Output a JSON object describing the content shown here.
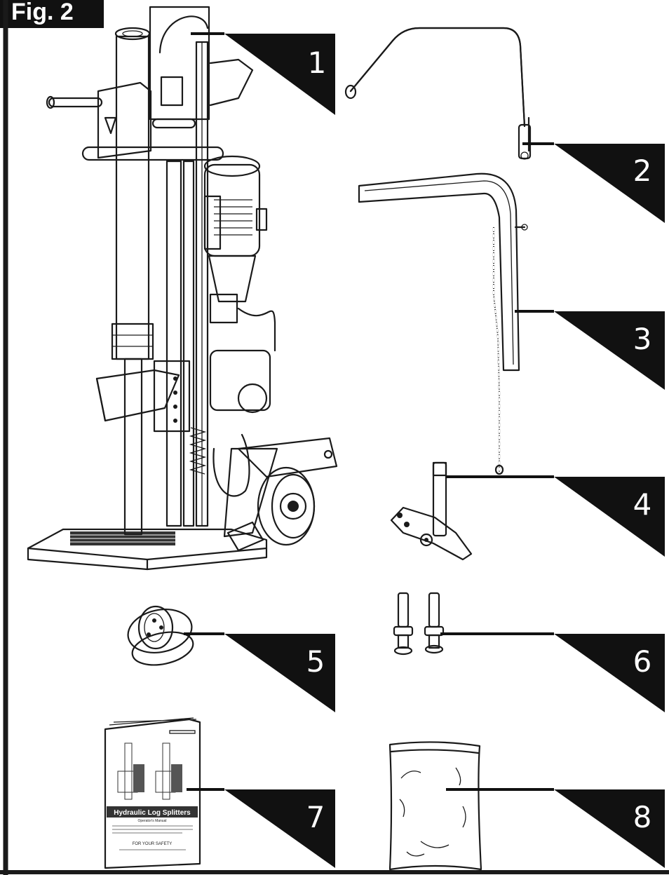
{
  "figure": {
    "label": "Fig. 2"
  },
  "callouts": [
    {
      "number": "1"
    },
    {
      "number": "2"
    },
    {
      "number": "3"
    },
    {
      "number": "4"
    },
    {
      "number": "5"
    },
    {
      "number": "6"
    },
    {
      "number": "7"
    },
    {
      "number": "8"
    }
  ],
  "manual_cover": {
    "title": "Hydraulic Log Splitters",
    "subtitle": "Operator's Manual",
    "safety": "FOR YOUR SAFETY"
  }
}
